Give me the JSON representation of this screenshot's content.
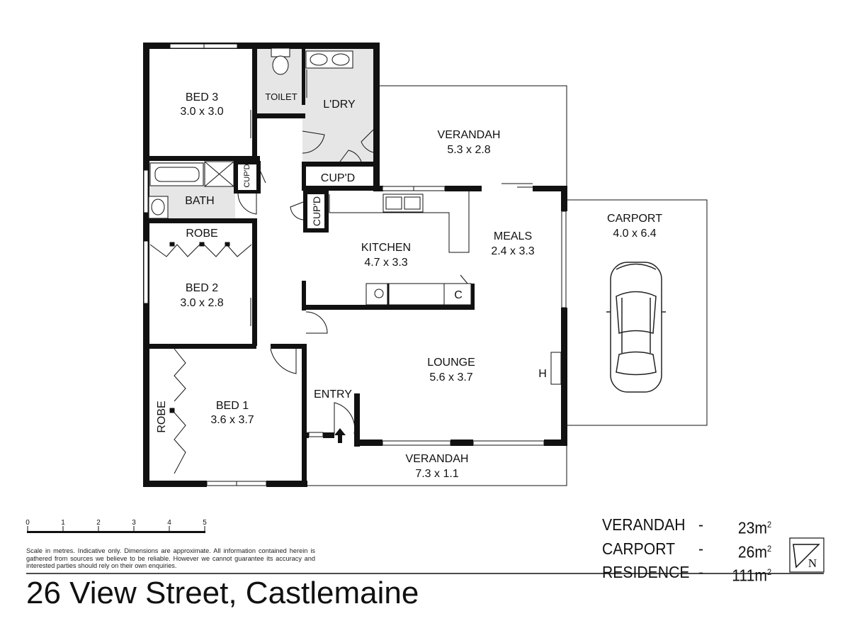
{
  "rooms": {
    "bed3": {
      "name": "BED 3",
      "dims": "3.0 x 3.0"
    },
    "toilet": {
      "name": "TOILET"
    },
    "laundry": {
      "name": "L'DRY"
    },
    "verandah_rear": {
      "name": "VERANDAH",
      "dims": "5.3 x 2.8"
    },
    "cupd1": {
      "name": "CUP'D"
    },
    "cupd2": {
      "name": "CUP'D"
    },
    "cupd3": {
      "name": "CUP'D"
    },
    "bath": {
      "name": "BATH"
    },
    "robe2": {
      "name": "ROBE"
    },
    "kitchen": {
      "name": "KITCHEN",
      "dims": "4.7 x 3.3"
    },
    "meals": {
      "name": "MEALS",
      "dims": "2.4 x 3.3"
    },
    "carport": {
      "name": "CARPORT",
      "dims": "4.0 x 6.4"
    },
    "bed2": {
      "name": "BED 2",
      "dims": "3.0 x 2.8"
    },
    "c": {
      "name": "C"
    },
    "lounge": {
      "name": "LOUNGE",
      "dims": "5.6 x 3.7"
    },
    "h": {
      "name": "H"
    },
    "entry": {
      "name": "ENTRY"
    },
    "bed1": {
      "name": "BED 1",
      "dims": "3.6 x 3.7"
    },
    "robe1": {
      "name": "ROBE"
    },
    "verandah_front": {
      "name": "VERANDAH",
      "dims": "7.3 x 1.1"
    }
  },
  "scale_bar": {
    "ticks": [
      "0",
      "1",
      "2",
      "3",
      "4",
      "5"
    ]
  },
  "disclaimer": "Scale in metres. Indicative only. Dimensions are approximate. All information contained herein is gathered from sources we believe to be reliable. However we cannot guarantee its accuracy and interested parties should rely on their own enquiries.",
  "address": "26 View Street, Castlemaine",
  "areas": [
    {
      "label": "VERANDAH",
      "dash": "-",
      "value": "23m",
      "unit_power": "2"
    },
    {
      "label": "CARPORT",
      "dash": "-",
      "value": "26m",
      "unit_power": "2"
    },
    {
      "label": "RESIDENCE",
      "dash": "-",
      "value": "111m",
      "unit_power": "2"
    }
  ],
  "north_arrow": {
    "label": "N"
  }
}
